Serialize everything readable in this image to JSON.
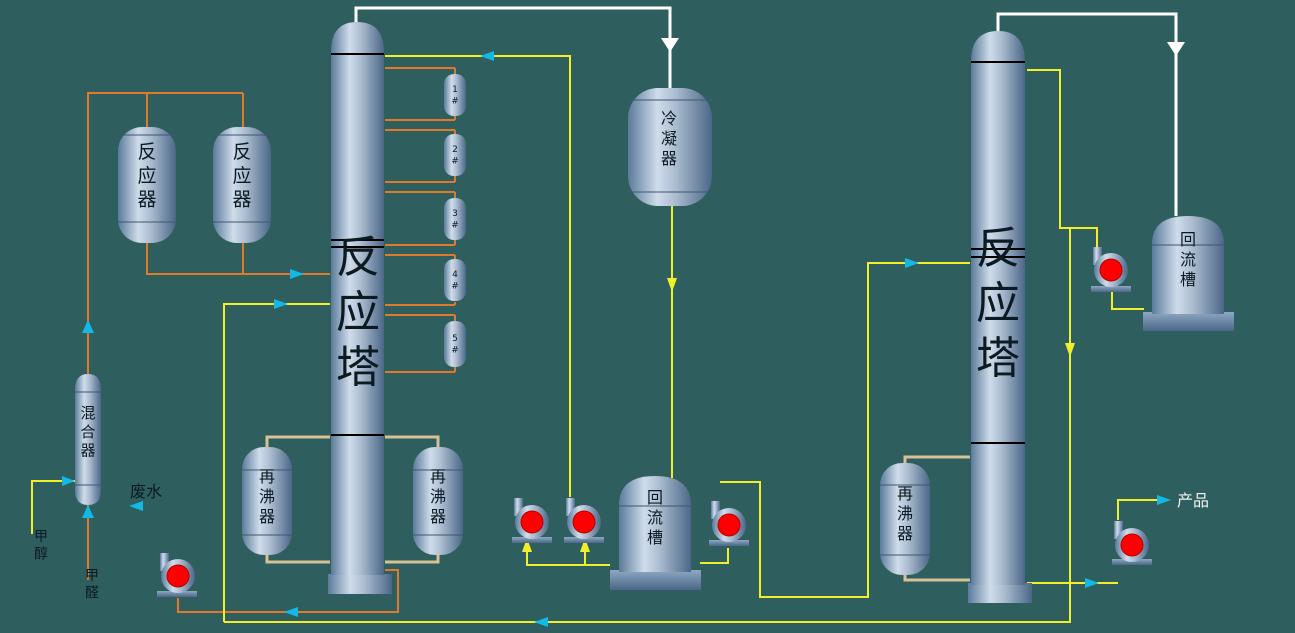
{
  "diagram": {
    "vessels": {
      "reactor_1": "反\n应\n器",
      "reactor_2": "反\n应\n器",
      "mixer": "混\n合\n器",
      "tower_1": "反\n应\n塔",
      "condenser": "冷\n凝\n器",
      "reflux_tank_1": "回\n流\n槽",
      "reboiler_1": "再\n沸\n器",
      "reboiler_2": "再\n沸\n器",
      "tower_2": "反\n应\n塔",
      "reflux_tank_2": "回\n流\n槽",
      "reboiler_3": "再\n沸\n器"
    },
    "side_vessels": [
      "1\n#",
      "2\n#",
      "3\n#",
      "4\n#",
      "5\n#"
    ],
    "stream_labels": {
      "methanol": "甲\n醇",
      "formaldehyde": "甲\n醛",
      "waste_water": "废水",
      "product": "产品"
    },
    "colors": {
      "background": "#2e5f5e",
      "orange_line": "#e07a2a",
      "yellow_line": "#f2ee2a",
      "white_line": "#ffffff",
      "tan_line": "#d7c197",
      "arrow": "#13b8e6",
      "pump_core": "#ff0000"
    }
  }
}
